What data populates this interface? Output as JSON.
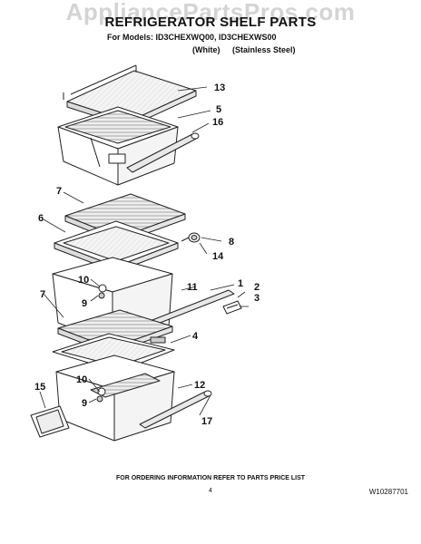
{
  "watermark": "AppliancePartsPros.com",
  "title": "REFRIGERATOR SHELF PARTS",
  "models_line": "For Models: ID3CHEXWQ00, ID3CHEXWS00",
  "variants": [
    "(White)",
    "(Stainless Steel)"
  ],
  "footer": "FOR ORDERING INFORMATION REFER TO PARTS PRICE LIST",
  "page_number": "4",
  "document_code": "W10287701",
  "callouts": {
    "c13": "13",
    "c5": "5",
    "c16": "16",
    "c7a": "7",
    "c6": "6",
    "c8": "8",
    "c14": "14",
    "c10a": "10",
    "c9a": "9",
    "c11": "11",
    "c1": "1",
    "c2": "2",
    "c3": "3",
    "c7b": "7",
    "c4": "4",
    "c10b": "10",
    "c9b": "9",
    "c12": "12",
    "c15": "15",
    "c17": "17"
  }
}
